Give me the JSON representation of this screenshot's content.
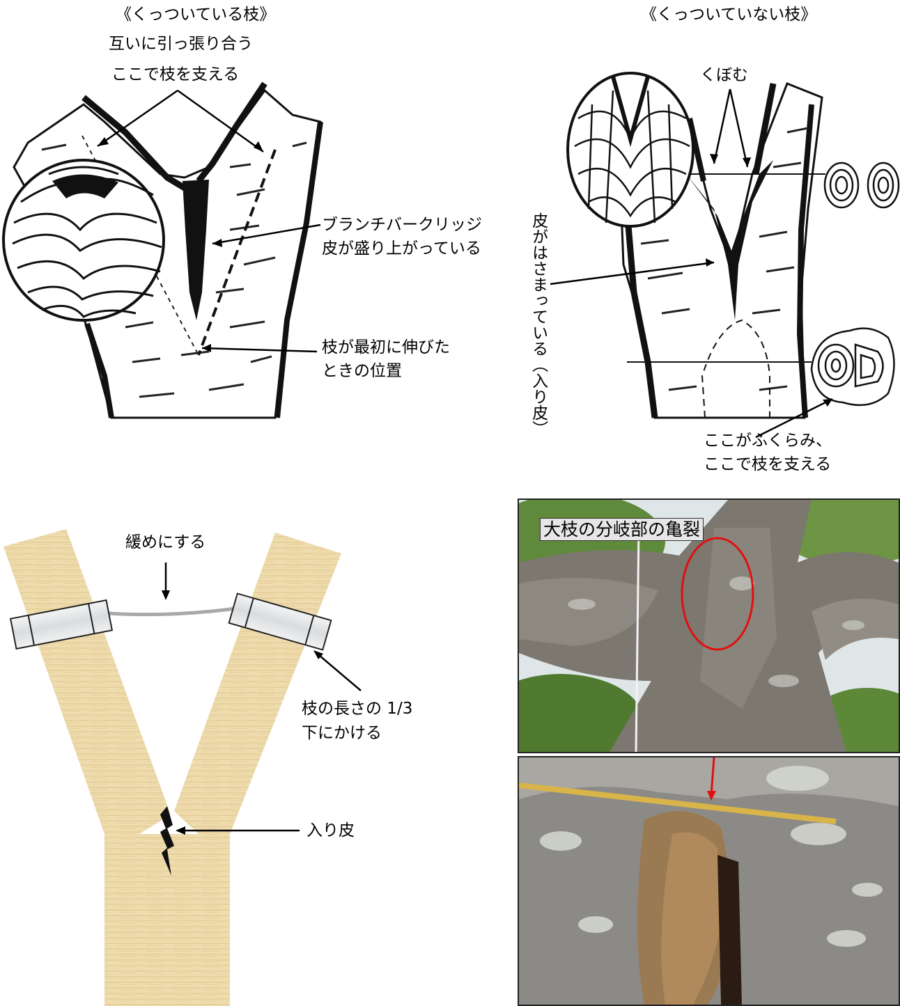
{
  "top_left": {
    "title": "《くっついている枝》",
    "line1": "互いに引っ張り合う",
    "line2": "ここで枝を支える",
    "bark_ridge_line1": "ブランチバークリッジ",
    "bark_ridge_line2": "皮が盛り上がっている",
    "origin_line1": "枝が最初に伸びた",
    "origin_line2": "ときの位置"
  },
  "top_right": {
    "title": "《くっついていない枝》",
    "dent": "くぼむ",
    "included_bark_vertical": "皮がはさまっている（入り皮）",
    "bulge_line1": "ここがふくらみ、",
    "bulge_line2": "ここで枝を支える"
  },
  "bottom_left": {
    "loosen": "緩めにする",
    "third_line1": "枝の長さの 1/3",
    "third_line2": "下にかける",
    "included_bark": "入り皮"
  },
  "bottom_right": {
    "photo_caption": "大枝の分岐部の亀裂"
  }
}
